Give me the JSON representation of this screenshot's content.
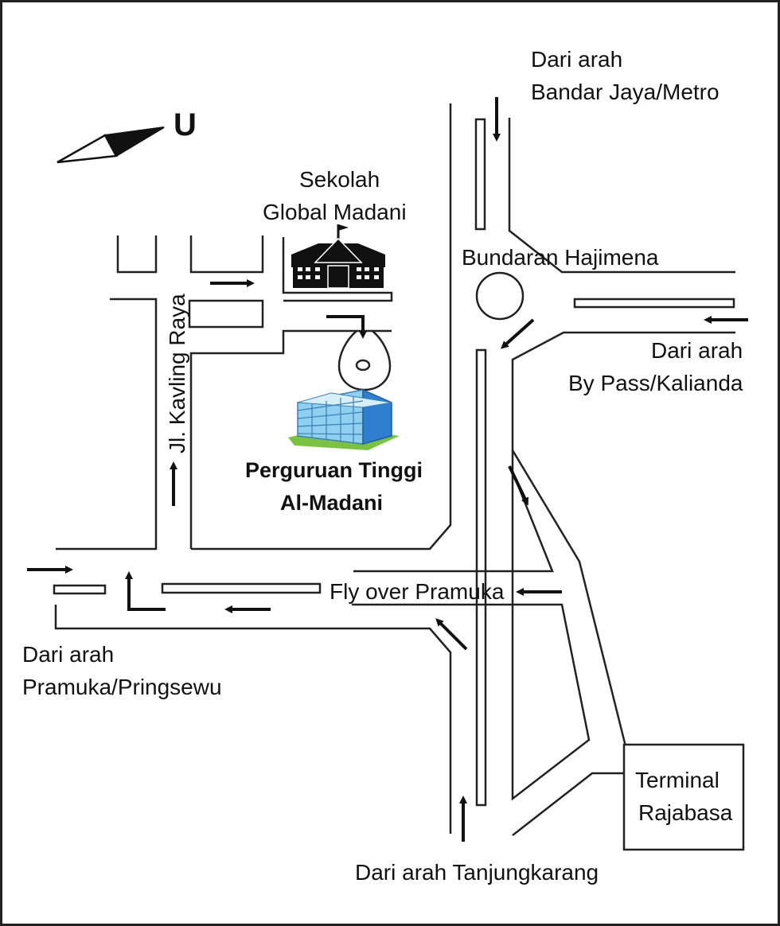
{
  "north": {
    "label": "U"
  },
  "labels": {
    "from_bandar_jaya_1": "Dari arah",
    "from_bandar_jaya_2": "Bandar Jaya/Metro",
    "school_1": "Sekolah",
    "school_2": "Global Madani",
    "roundabout": "Bundaran Hajimena",
    "from_bypass_1": "Dari arah",
    "from_bypass_2": "By Pass/Kalianda",
    "street": "Jl. Kavling Raya",
    "campus_1": "Perguruan Tinggi",
    "campus_2": "Al-Madani",
    "flyover": "Fly over Pramuka",
    "from_pramuka_1": "Dari arah",
    "from_pramuka_2": "Pramuka/Pringsewu",
    "terminal_1": "Terminal",
    "terminal_2": "Rajabasa",
    "from_tanjungkarang": "Dari arah Tanjungkarang"
  },
  "icons": {
    "compass": "north-arrow-icon",
    "school": "school-building-icon",
    "campus": "campus-building-icon",
    "arrow": "direction-arrow-icon"
  },
  "colors": {
    "line": "#222222",
    "campus_glass": "#7fc8ee",
    "campus_blue": "#2f7fd0",
    "lawn": "#7cc242"
  }
}
